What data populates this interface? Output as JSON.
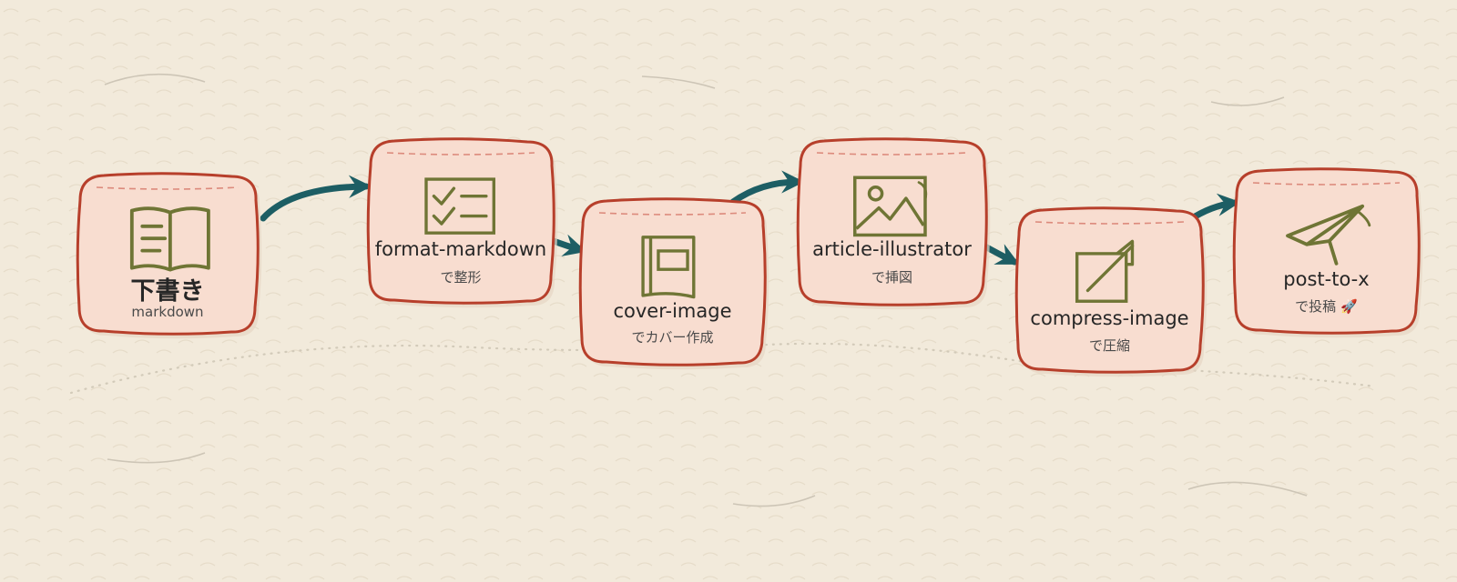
{
  "diagram": {
    "colors": {
      "background": "#f2eadb",
      "node_fill": "#f8ddd0",
      "node_border": "#b73f2b",
      "node_dash": "#dc8a7c",
      "icon": "#6f7535",
      "arrow": "#1d5e64",
      "sketch": "#cdc5b6"
    },
    "nodes": [
      {
        "id": "draft",
        "icon": "book-icon",
        "title": "下書き",
        "subtitle": "markdown",
        "emoji": ""
      },
      {
        "id": "format",
        "icon": "checklist-icon",
        "title": "format-markdown",
        "subtitle": "で整形",
        "emoji": ""
      },
      {
        "id": "cover",
        "icon": "cover-book-icon",
        "title": "cover-image",
        "subtitle": "でカバー作成",
        "emoji": ""
      },
      {
        "id": "illustrate",
        "icon": "image-icon",
        "title": "article-illustrator",
        "subtitle": "で挿図",
        "emoji": ""
      },
      {
        "id": "compress",
        "icon": "compress-icon",
        "title": "compress-image",
        "subtitle": "で圧縮",
        "emoji": ""
      },
      {
        "id": "post",
        "icon": "paper-plane-icon",
        "title": "post-to-x",
        "subtitle": "で投稿",
        "emoji": "🚀"
      }
    ],
    "edges": [
      {
        "from": "draft",
        "to": "format"
      },
      {
        "from": "format",
        "to": "cover"
      },
      {
        "from": "cover",
        "to": "illustrate"
      },
      {
        "from": "illustrate",
        "to": "compress"
      },
      {
        "from": "compress",
        "to": "post"
      }
    ]
  }
}
